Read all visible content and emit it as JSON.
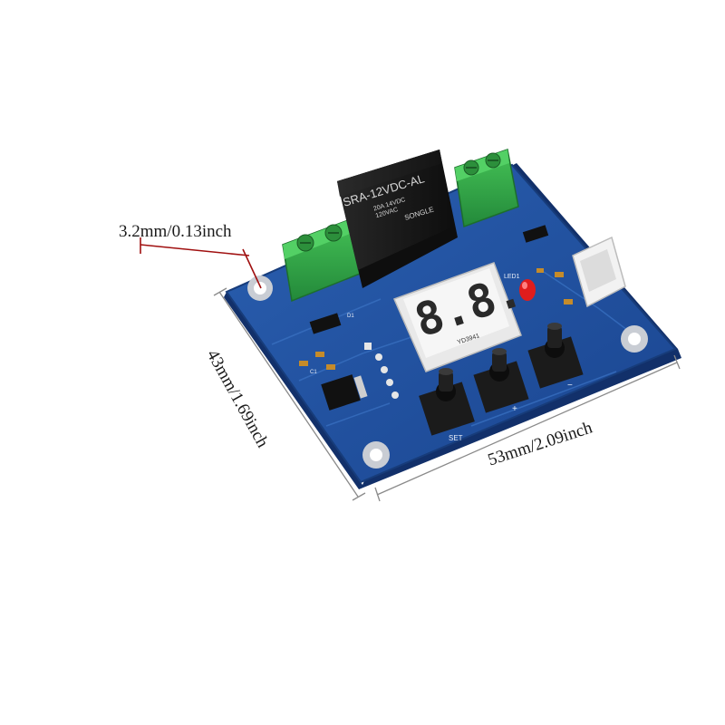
{
  "dimensions": {
    "hole": "3.2mm/0.13inch",
    "height": "43mm/1.69inch",
    "width": "53mm/2.09inch"
  },
  "relay": {
    "model": "SRA-12VDC-AL",
    "rating_1": "20A 14VDC",
    "rating_2": "120VAC",
    "brand": "SONGLE"
  },
  "display": {
    "digits": "8.8.",
    "part_number": "YD3941"
  },
  "silkscreen": {
    "led": "LED1",
    "set": "SET",
    "plus": "+",
    "minus": "−",
    "capacitor": "C1",
    "diode": "D1"
  },
  "colors": {
    "pcb": "#1f4f9e",
    "pcb_edge": "#173c7a",
    "terminal": "#34a843",
    "relay": "#1b1b1b",
    "led": "#e01d1d",
    "annotation": "#a01010"
  }
}
